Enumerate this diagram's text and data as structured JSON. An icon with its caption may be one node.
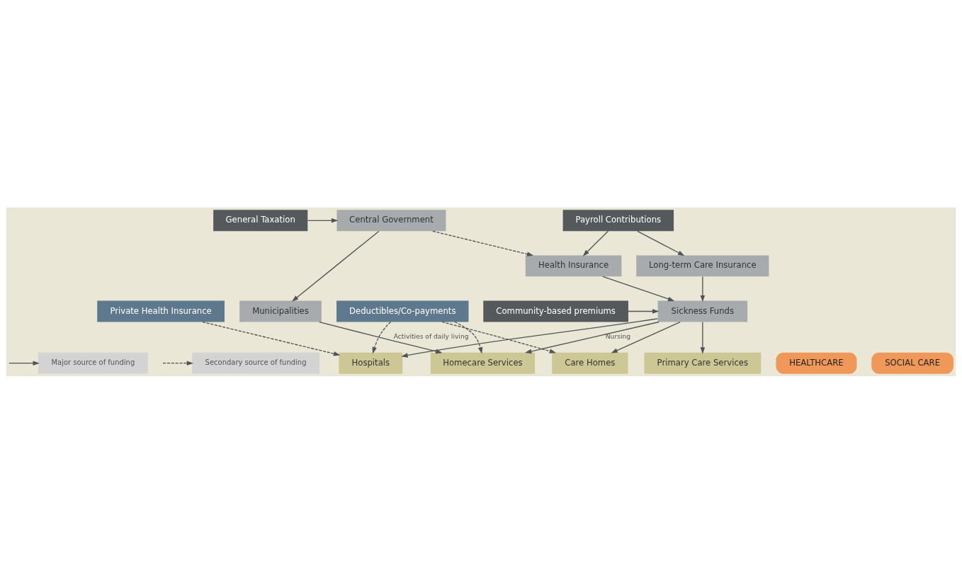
{
  "diagram": {
    "nodes": [
      {
        "text": [
          "General Taxation"
        ]
      },
      {
        "text": [
          "Central Government"
        ]
      },
      {
        "text": [
          "Payroll Contributions"
        ]
      },
      {
        "text": [
          "Health Insurance"
        ]
      },
      {
        "text": [
          "Long-term Care Insurance"
        ]
      },
      {
        "text": [
          "Community-based premiums"
        ]
      },
      {
        "text": [
          "Sickness Funds"
        ]
      },
      {
        "text": [
          "Municipalities"
        ]
      },
      {
        "text": [
          "HEALTHCARE"
        ]
      },
      {
        "text": [
          "SOCIAL CARE"
        ]
      },
      {
        "text": [
          "Primary Care Services"
        ]
      },
      {
        "text": [
          "Hospitals"
        ]
      },
      {
        "text": [
          "Care Homes"
        ]
      },
      {
        "text": [
          "Homecare Services"
        ]
      },
      {
        "text": [
          "Deductibles/Co-payments"
        ]
      },
      {
        "text": [
          "Private Health Insurance"
        ]
      }
    ],
    "edges": [
      {
        "from": 0,
        "to": 1,
        "arrow": "to"
      },
      {
        "from": 1,
        "to": 7,
        "arrow": "to"
      },
      {
        "from": 1,
        "to": 3,
        "arrow": "to",
        "style": "dashed"
      },
      {
        "from": 2,
        "to": 3,
        "arrow": "to"
      },
      {
        "from": 2,
        "to": 4,
        "arrow": "to"
      },
      {
        "from": 3,
        "to": 6,
        "arrow": "to"
      },
      {
        "from": 4,
        "to": 6,
        "arrow": "to"
      },
      {
        "from": 5,
        "to": 6,
        "arrow": "to"
      },
      {
        "from": 6,
        "to": 10,
        "arrow": "to"
      },
      {
        "from": 6,
        "to": 11,
        "arrow": "to"
      },
      {
        "from": 6,
        "to": 12,
        "arrow": "to"
      },
      {
        "from": 6,
        "to": 13,
        "arrow": "to",
        "label": "Nursing"
      },
      {
        "from": 7,
        "to": 13,
        "arrow": "to",
        "label": "Activities of daily living"
      },
      {
        "from": 14,
        "to": 11,
        "arrow": "to",
        "style": "dashed"
      },
      {
        "from": 14,
        "to": 12,
        "arrow": "to",
        "style": "dashed"
      },
      {
        "from": 14,
        "to": 13,
        "arrow": "to",
        "style": "dashed"
      },
      {
        "from": 15,
        "to": 11,
        "arrow": "to",
        "style": "dashed"
      }
    ],
    "legend": [
      {
        "text": "Major source of funding"
      },
      {
        "text": "Secondary source of funding"
      }
    ]
  }
}
